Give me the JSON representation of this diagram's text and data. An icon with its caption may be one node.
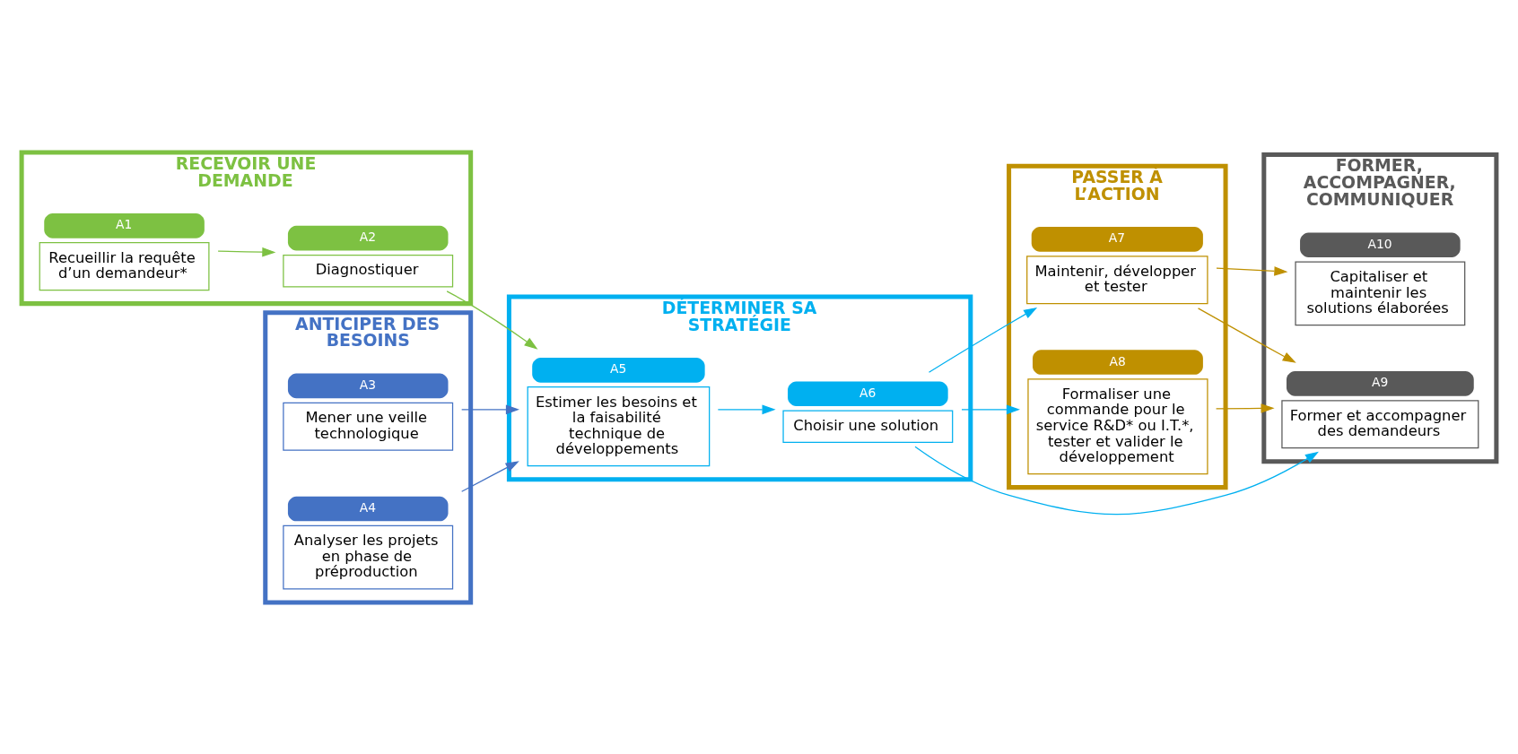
{
  "diagram": {
    "nodes": [
      {
        "text": [
          "RECEVOIR UNE DEMANDE"
        ]
      },
      {
        "text": [
          "A1",
          "Recueillir la requête d’un demandeur*"
        ],
        "in": 0
      },
      {
        "text": [
          "A2",
          "Diagnostiquer"
        ],
        "in": 0
      },
      {
        "text": [
          "ANTICIPER DES BESOINS"
        ]
      },
      {
        "text": [
          "A3",
          "Mener une veille technologique"
        ],
        "in": 3
      },
      {
        "text": [
          "A4",
          "Analyser les projets en phase de préproduction"
        ],
        "in": 3
      },
      {
        "text": [
          "DÉTERMINER SA STRATÉGIE"
        ]
      },
      {
        "text": [
          "A5",
          "Estimer les besoins et la faisabilité technique de développements"
        ],
        "in": 6
      },
      {
        "text": [
          "A6",
          "Choisir une solution"
        ],
        "in": 6
      },
      {
        "text": [
          "PASSER À L’ACTION"
        ]
      },
      {
        "text": [
          "A7",
          "Maintenir, développer et tester"
        ],
        "in": 9
      },
      {
        "text": [
          "A8",
          "Formaliser une commande pour le service R&D* ou I.T.*, tester et valider le développement"
        ],
        "in": 9
      },
      {
        "text": [
          "FORMER, ACCOMPAGNER, COMMUNIQUER"
        ]
      },
      {
        "text": [
          "A9",
          "Former et accompagner des demandeurs"
        ],
        "in": 12
      },
      {
        "text": [
          "A10",
          "Capitaliser et maintenir les solutions élaborées"
        ],
        "in": 12
      }
    ],
    "edges": [
      {
        "from": 1,
        "to": 2,
        "arrow": "to",
        "color": "#7dc142"
      },
      {
        "from": 2,
        "to": 7,
        "arrow": "to",
        "color": "#7dc142"
      },
      {
        "from": 4,
        "to": 7,
        "arrow": "to",
        "color": "#4472c4"
      },
      {
        "from": 5,
        "to": 7,
        "arrow": "to",
        "color": "#4472c4"
      },
      {
        "from": 7,
        "to": 8,
        "arrow": "to",
        "color": "#00b0f0"
      },
      {
        "from": 8,
        "to": 13,
        "arrow": "to",
        "color": "#00b0f0"
      },
      {
        "from": 8,
        "to": 10,
        "arrow": "to",
        "color": "#00b0f0"
      },
      {
        "from": 8,
        "to": 11,
        "arrow": "to",
        "color": "#00b0f0"
      },
      {
        "from": 10,
        "to": 13,
        "arrow": "to",
        "color": "#bf9000"
      },
      {
        "from": 10,
        "to": 14,
        "arrow": "to",
        "color": "#bf9000"
      },
      {
        "from": 11,
        "to": 13,
        "arrow": "to",
        "color": "#bf9000"
      }
    ]
  }
}
